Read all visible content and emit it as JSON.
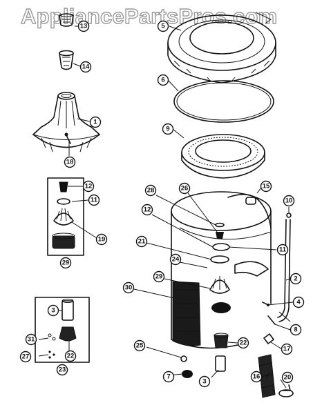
{
  "watermark": "AppliancePartsPros.com",
  "callouts": {
    "c13": "13",
    "c14": "14",
    "c1": "1",
    "c18": "18",
    "c5": "5",
    "c6": "6",
    "c9": "9",
    "c12a": "12",
    "c11a": "11",
    "c19": "19",
    "c29a": "29",
    "c3a": "3",
    "c31": "31",
    "c27": "27",
    "c22a": "22",
    "c23": "23",
    "c15": "15",
    "c10": "10",
    "c28": "28",
    "c26": "26",
    "c12b": "12",
    "c11b": "11",
    "c21": "21",
    "c24": "24",
    "c2": "2",
    "c29b": "29",
    "c30": "30",
    "c4": "4",
    "c8": "8",
    "c22b": "22",
    "c17": "17",
    "c25": "25",
    "c7": "7",
    "c3b": "3",
    "c16": "16",
    "c20": "20"
  }
}
